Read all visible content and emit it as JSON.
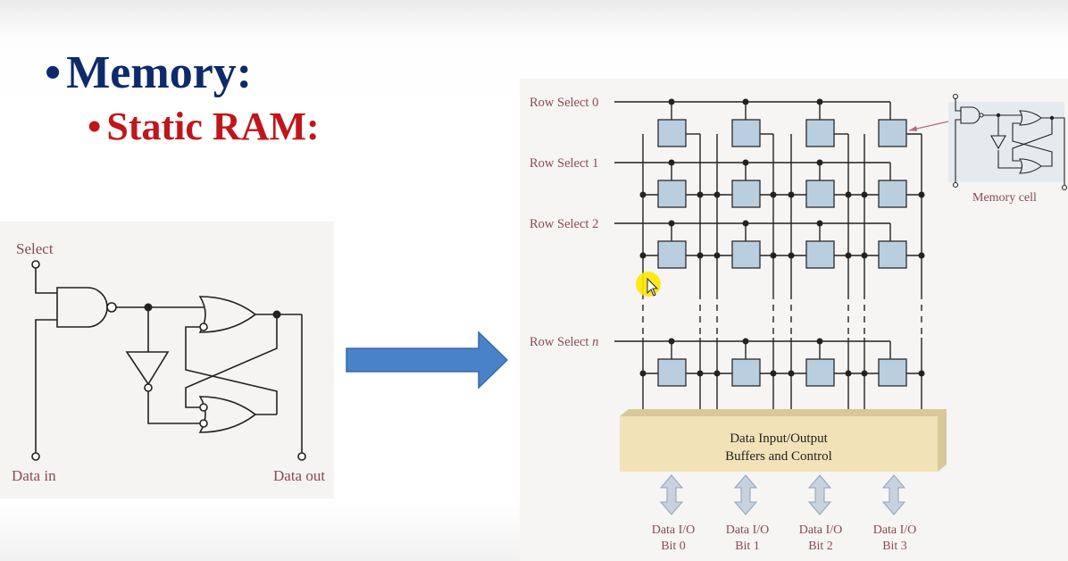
{
  "title": {
    "bullet": "•",
    "main": "Memory:",
    "sub": "Static RAM:"
  },
  "cell_diagram": {
    "select": "Select",
    "data_in": "Data in",
    "data_out": "Data out"
  },
  "array_diagram": {
    "row_labels": [
      "Row Select 0",
      "Row Select 1",
      "Row Select 2",
      "Row Select"
    ],
    "row_n_var": "n",
    "memory_cell_label": "Memory cell",
    "buffer_line1": "Data Input/Output",
    "buffer_line2": "Buffers and Control",
    "io_line1": [
      "Data I/O",
      "Data I/O",
      "Data I/O",
      "Data I/O"
    ],
    "io_line2": [
      "Bit 0",
      "Bit 1",
      "Bit 2",
      "Bit 3"
    ]
  },
  "colors": {
    "title_main": "#0d2a6b",
    "title_sub": "#c0161b",
    "label_text": "#8a4a52",
    "arrow_fill": "#4a82c9",
    "arrow_stroke": "#3a6aa8",
    "cell_fill": "#b9cfe0",
    "buffer_fill": "#f1e2b8",
    "cursor": "#ffe800"
  }
}
